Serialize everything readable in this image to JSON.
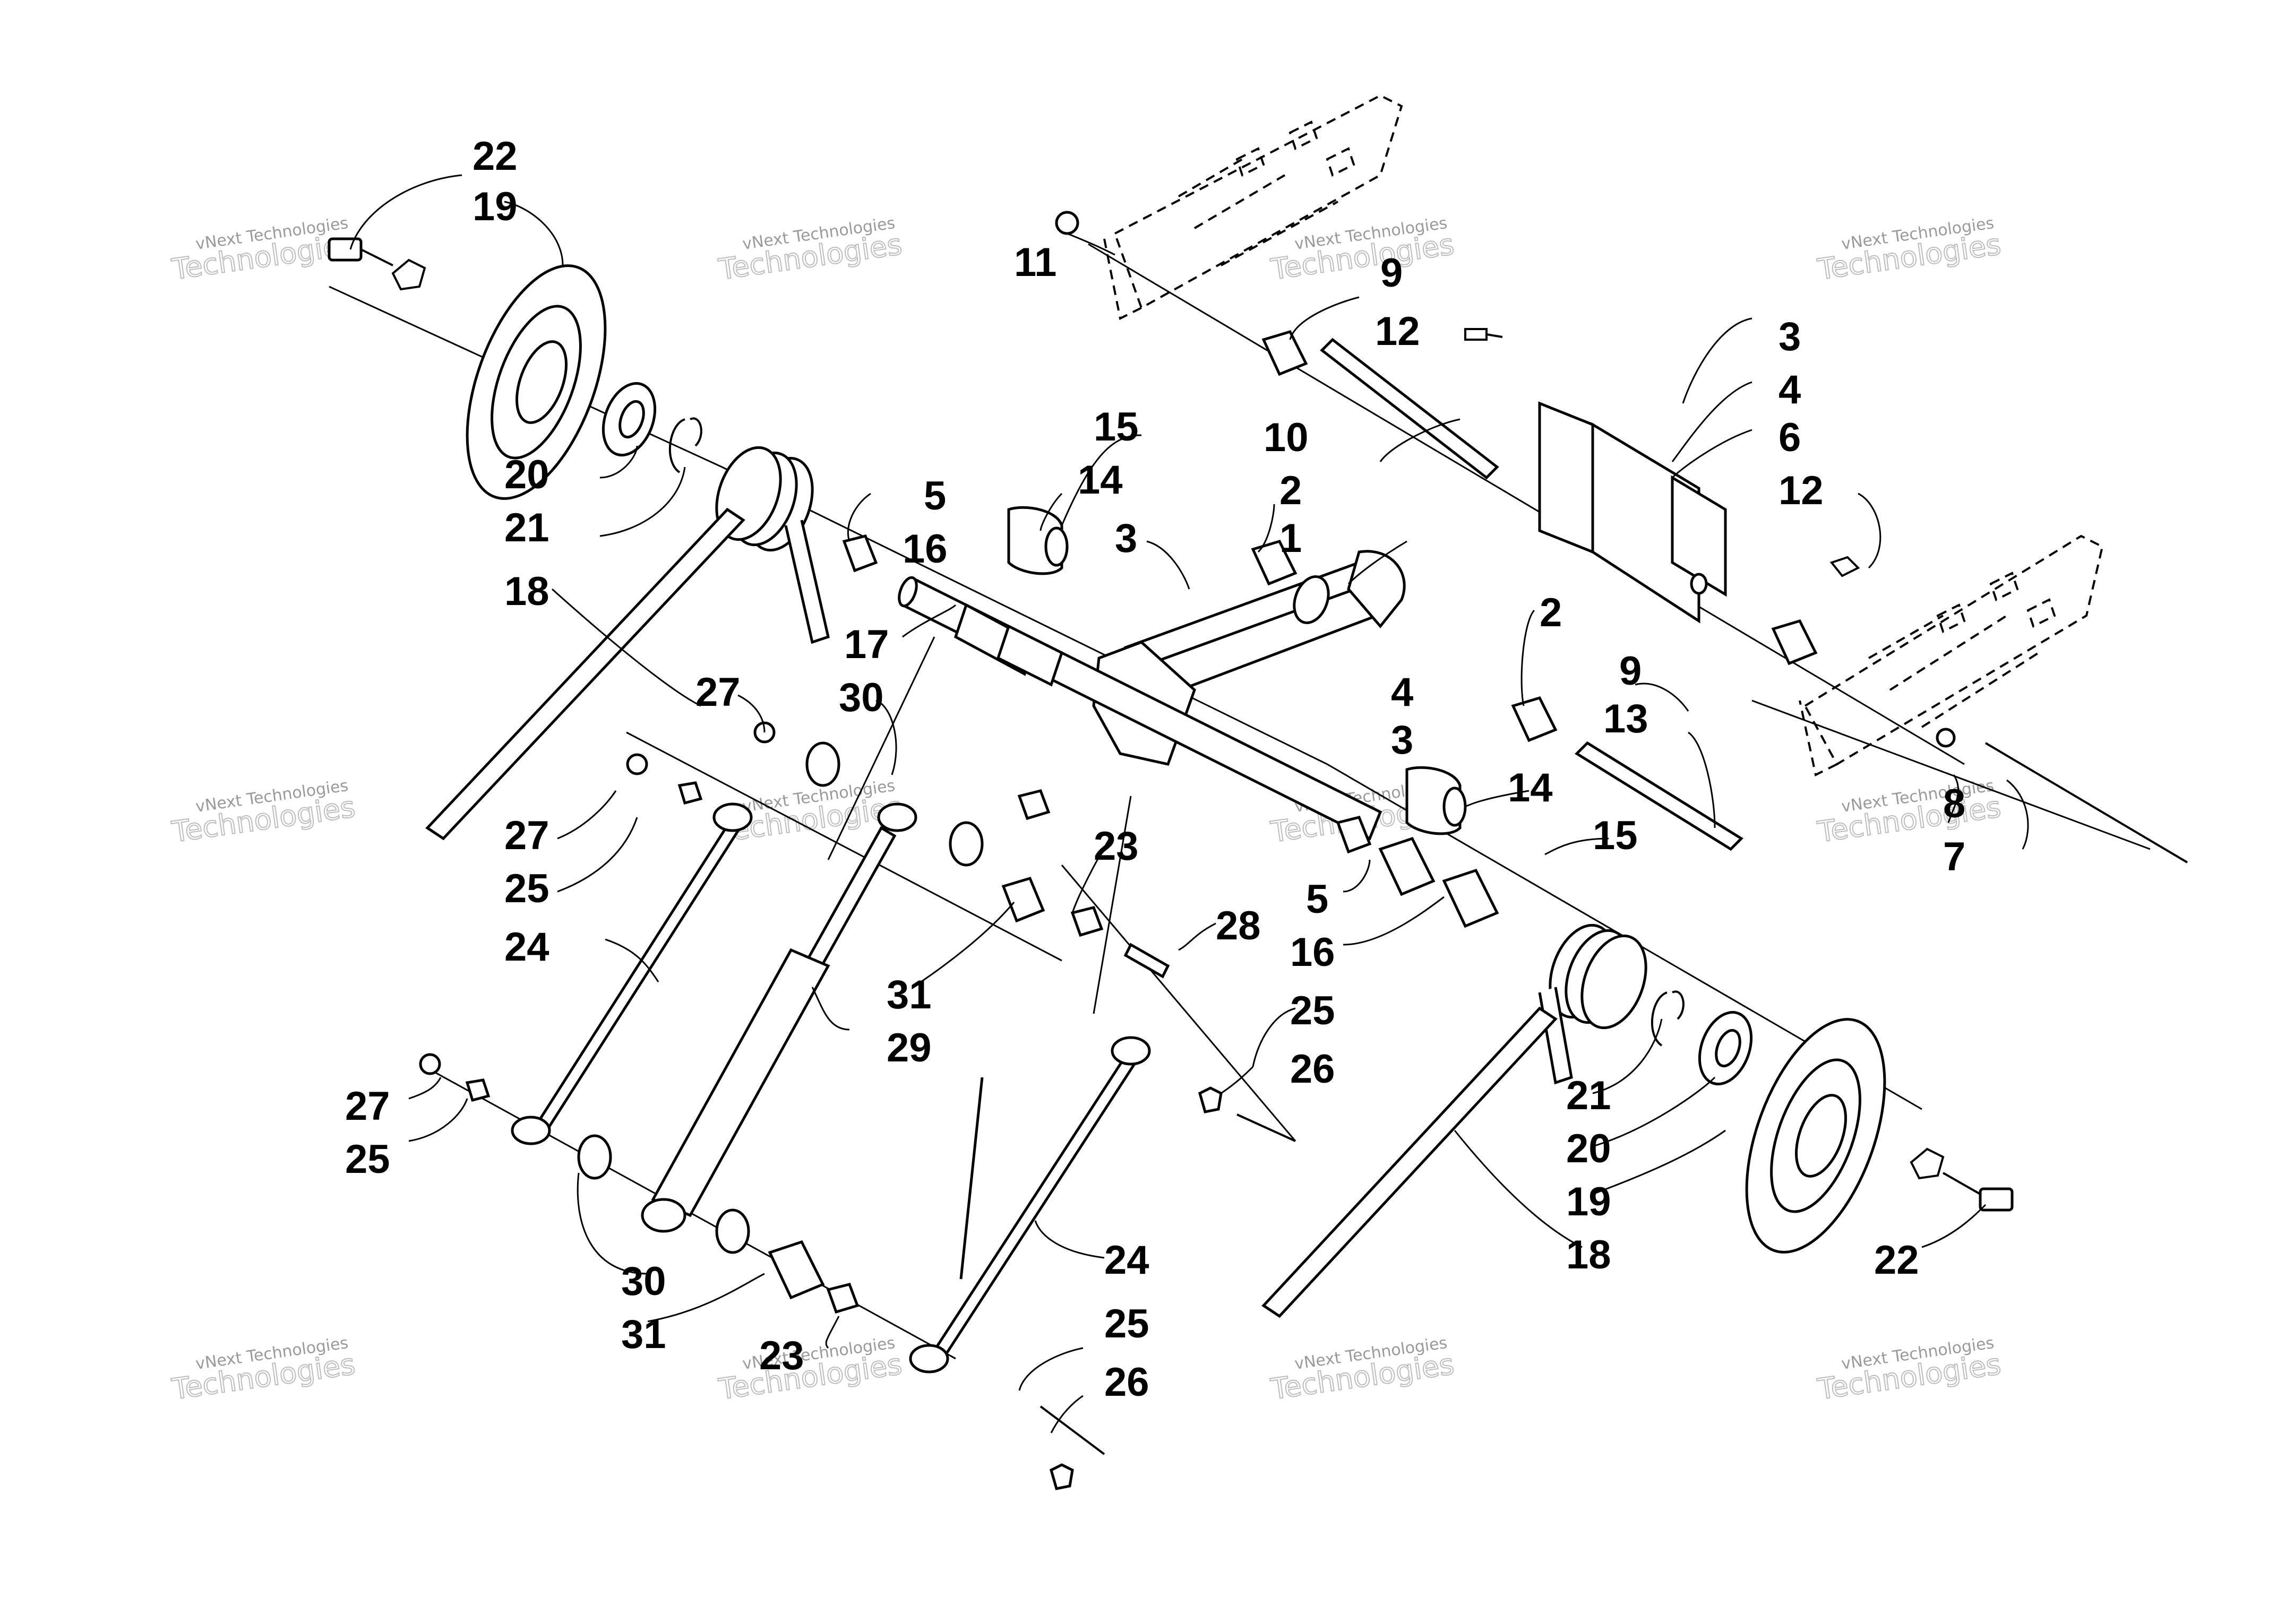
{
  "diagram": {
    "watermarks": [
      {
        "line1": "vNext Technologies",
        "line2": "Technologies"
      },
      {
        "line1": "vNext Technologies",
        "line2": "Technologies"
      },
      {
        "line1": "vNext Technologies",
        "line2": "Technologies"
      },
      {
        "line1": "vNext Technologies",
        "line2": "Technologies"
      },
      {
        "line1": "vNext Technologies",
        "line2": "Technologies"
      },
      {
        "line1": "vNext Technologies",
        "line2": "Technologies"
      },
      {
        "line1": "vNext Technologies",
        "line2": "Technologies"
      },
      {
        "line1": "vNext Technologies",
        "line2": "Technologies"
      },
      {
        "line1": "vNext Technologies",
        "line2": "Technologies"
      },
      {
        "line1": "vNext Technologies",
        "line2": "Technologies"
      },
      {
        "line1": "vNext Technologies",
        "line2": "Technologies"
      },
      {
        "line1": "vNext Technologies",
        "line2": "Technologies"
      }
    ],
    "callouts": [
      "22",
      "19",
      "11",
      "9",
      "12",
      "3",
      "4",
      "6",
      "12",
      "20",
      "21",
      "15",
      "14",
      "5",
      "16",
      "3",
      "2",
      "1",
      "10",
      "18",
      "17",
      "2",
      "9",
      "13",
      "4",
      "3",
      "27",
      "30",
      "27",
      "25",
      "14",
      "15",
      "5",
      "16",
      "8",
      "7",
      "23",
      "28",
      "24",
      "31",
      "29",
      "25",
      "26",
      "21",
      "20",
      "19",
      "18",
      "22",
      "27",
      "25",
      "30",
      "31",
      "24",
      "23",
      "25",
      "26"
    ]
  }
}
